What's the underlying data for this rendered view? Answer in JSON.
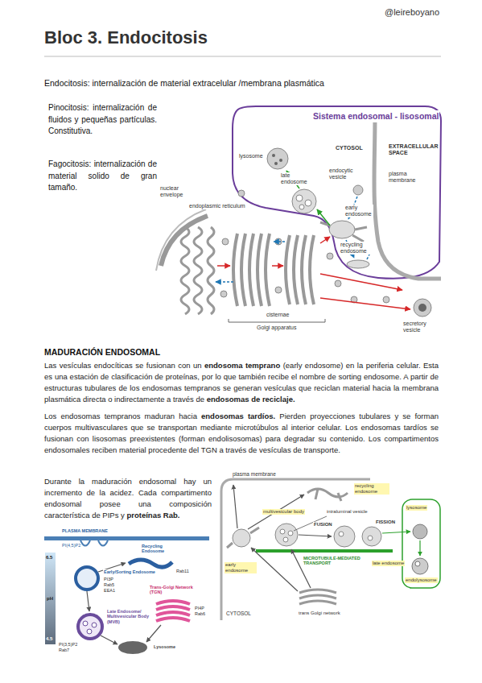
{
  "diagram": {
    "title": "Bloc 3. Endocitosis",
    "labels": [
      "@leireboyano",
      "Endocitosis: internalización de material extracelular /membrana plasmática",
      "Pinocitosis: internalización de fluidos y pequeñas partículas. Constitutiva.",
      "Fagocitosis: internalización de material solido de gran tamaño.",
      "Sistema endosomal - lisosomal",
      "lysosome",
      "CYTOSOL",
      "EXTRACELLULAR SPACE",
      "late endosome",
      "endocytic vesicle",
      "plasma membrane",
      "nuclear envelope",
      "endoplasmic reticulum",
      "early endosome",
      "recycling endosome",
      "cisternae",
      "Golgi apparatus",
      "secretory vesicle",
      "MADURACIÓN ENDOSOMAL",
      "Las vesículas endocíticas se fusionan con un",
      "endosoma temprano",
      "(early endosome) en la periferia celular. Esta es una estación de clasificación de proteínas, por lo que también recibe el nombre de sorting endosome. A partir de estructuras tubulares de los endosomas tempranos se generan vesículas que reciclan material hacia la membrana plasmática directa o indirectamente a través de",
      "endosomas de reciclaje.",
      "Los endosomas tempranos maduran hacia",
      "endosomas tardíos.",
      "Pierden proyecciones tubulares y se forman cuerpos multivasculares que se transportan mediante microtúbulos al interior celular. Los endosomas tardíos se fusionan con lisosomas preexistentes (forman endolisosomas) para degradar su contenido. Los compartimentos endosomales reciben material procedente del TGN a través de vesículas de transporte.",
      "Durante la maduración endosomal hay un incremento de la acidez. Cada compartimento endosomal posee una composición característica de PIPs y",
      "proteínas Rab.",
      "PLASMA MEMBRANE",
      "PI(4,5)P2",
      "6.5",
      "pH",
      "4.5",
      "Early/Sorting Endosome",
      "PI3P",
      "Rab5",
      "EEA1",
      "Recycling Endosome",
      "Rab11",
      "Late Endosome/ Multivesicular Body (MVB)",
      "PI(3,5)P2",
      "Rab7",
      "Trans-Golgi Network (TGN)",
      "PI4P",
      "Rab6",
      "Lysosome",
      "plasma membrane",
      "recycling endosome",
      "multivesicular body",
      "intraluminal vesicle",
      "FUSION",
      "FISSION",
      "lysosome",
      "early endosome",
      "MICROTUBULE-MEDIATED TRANSPORT",
      "late endosome",
      "endolysosome",
      "trans Golgi network",
      "CYTOSOL"
    ]
  }
}
